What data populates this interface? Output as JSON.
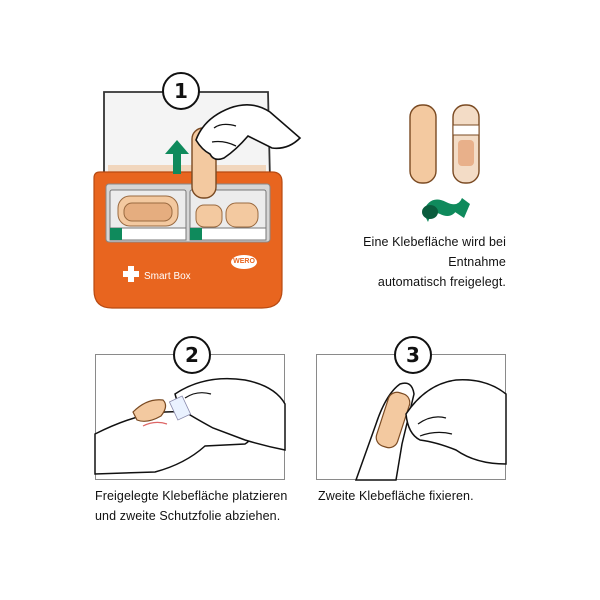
{
  "steps": [
    {
      "number": "1",
      "caption_lines": [
        "Eine Klebefläche wird bei Entnahme",
        "automatisch freigelegt."
      ]
    },
    {
      "number": "2",
      "caption_lines": [
        "Freigelegte Klebefläche platzieren",
        "und zweite Schutzfolie abziehen."
      ]
    },
    {
      "number": "3",
      "caption_lines": [
        "Zweite Klebefläche fixieren."
      ]
    }
  ],
  "dispenser": {
    "label": "Smart Box",
    "brand": "WERO"
  },
  "colors": {
    "orange": "#e8651f",
    "green": "#0f8a5c",
    "skin": "#f3c9a0",
    "line": "#111111"
  },
  "icons": [
    "cross-icon",
    "up-arrow-icon",
    "curved-arrow-icon"
  ]
}
